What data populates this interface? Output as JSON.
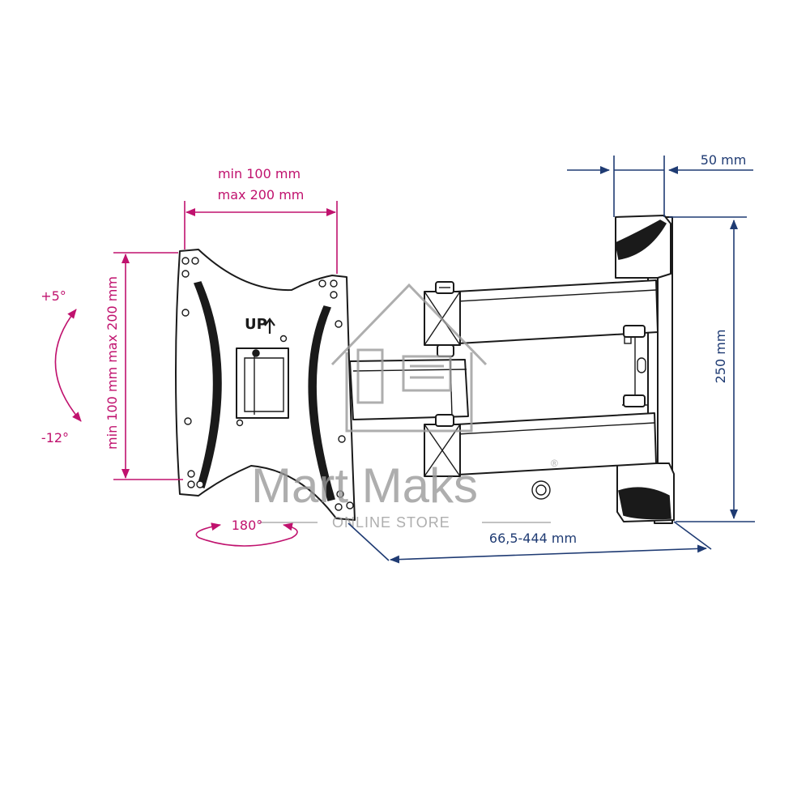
{
  "dimensions": {
    "vesa_width": {
      "line1": "min 100 mm",
      "line2": "max 200 mm"
    },
    "vesa_height": "min 100 mm max 200 mm",
    "tilt_up": "+5°",
    "tilt_down": "-12°",
    "swivel": "180°",
    "wall_plate_width": "50 mm",
    "wall_plate_height": "250 mm",
    "extension": "66,5-444 mm"
  },
  "plate_label": "UP",
  "watermark": {
    "brand": "Mart Maks",
    "tagline": "ONLINE STORE",
    "registered": "®"
  },
  "colors": {
    "magenta_dimension": "#c0126e",
    "navy_dimension": "#1f3b73",
    "line_art": "#1a1a1a",
    "watermark": "#9a9a9a"
  }
}
